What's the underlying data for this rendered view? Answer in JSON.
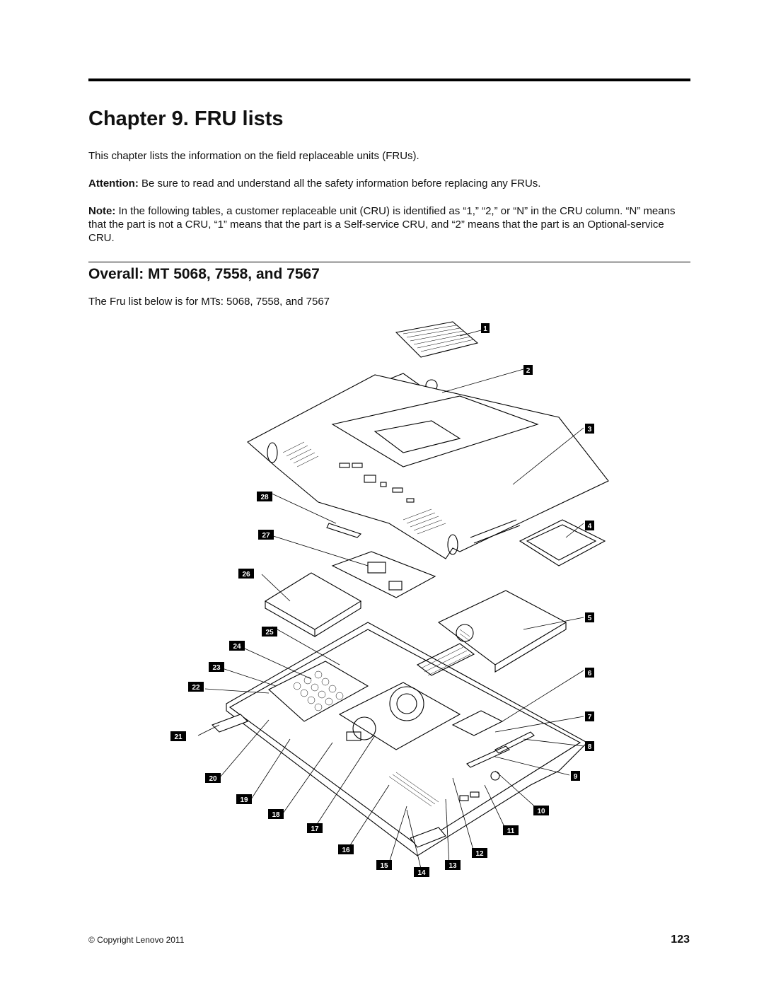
{
  "chapter_title": "Chapter 9.  FRU lists",
  "intro": "This chapter lists the information on the field replaceable units (FRUs).",
  "attention": {
    "label": "Attention:",
    "text": " Be sure to read and understand all the safety information before replacing any FRUs."
  },
  "note": {
    "label": "Note:",
    "text": " In the following tables, a customer replaceable unit (CRU) is identified as “1,” “2,” or “N” in the CRU column. “N” means that the part is not a CRU, “1” means that the part is a Self-service CRU, and “2” means that the part is an Optional-service CRU."
  },
  "section_title": "Overall: MT 5068, 7558, and 7567",
  "section_intro": "The Fru list below is for MTs: 5068, 7558, and 7567",
  "callouts": [
    "1",
    "2",
    "3",
    "4",
    "5",
    "6",
    "7",
    "8",
    "9",
    "10",
    "11",
    "12",
    "13",
    "14",
    "15",
    "16",
    "17",
    "18",
    "19",
    "20",
    "21",
    "22",
    "23",
    "24",
    "25",
    "26",
    "27",
    "28"
  ],
  "footer": {
    "copyright": "© Copyright Lenovo 2011",
    "page_number": "123"
  }
}
